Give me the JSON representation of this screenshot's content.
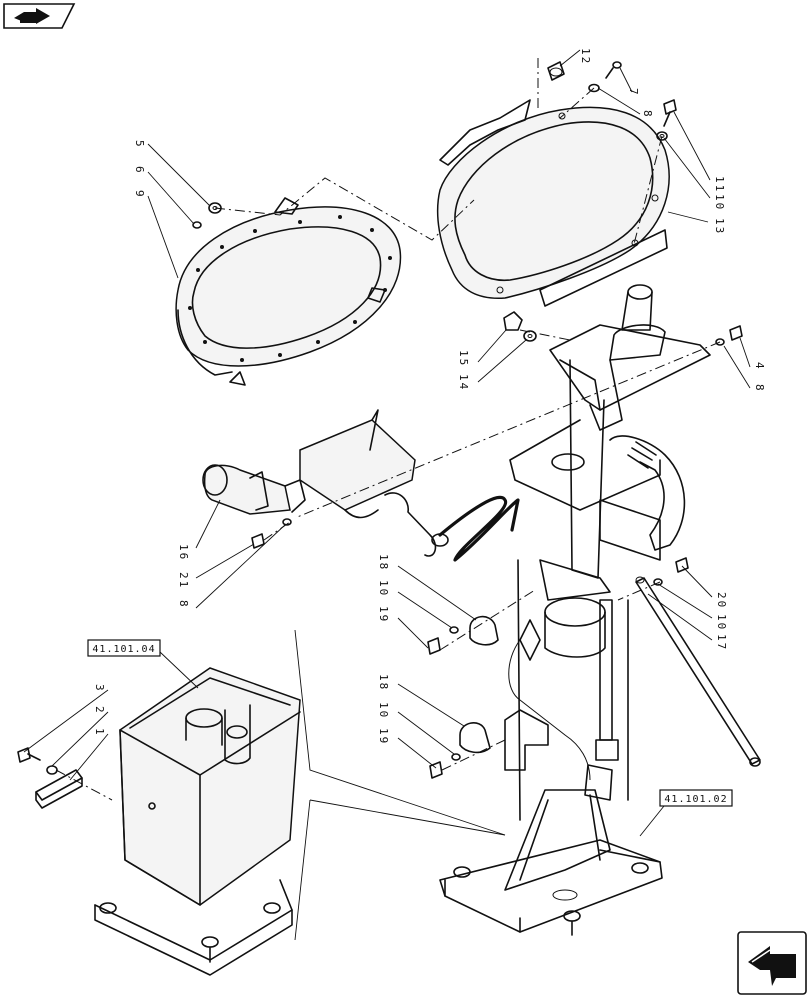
{
  "nav": {
    "prev_icon": "book-arrow-icon",
    "next_icon": "return-arrow-icon"
  },
  "ref_boxes": [
    {
      "id": "ref-41-101-04",
      "label": "41.101.04"
    },
    {
      "id": "ref-41-101-02",
      "label": "41.101.02"
    }
  ],
  "callouts": [
    {
      "id": "c12",
      "label": "12"
    },
    {
      "id": "c7",
      "label": "7"
    },
    {
      "id": "c8a",
      "label": "8"
    },
    {
      "id": "c11",
      "label": "11"
    },
    {
      "id": "c10a",
      "label": "10"
    },
    {
      "id": "c13",
      "label": "13"
    },
    {
      "id": "c5",
      "label": "5"
    },
    {
      "id": "c6",
      "label": "6"
    },
    {
      "id": "c9",
      "label": "9"
    },
    {
      "id": "c4",
      "label": "4"
    },
    {
      "id": "c8b",
      "label": "8"
    },
    {
      "id": "c15",
      "label": "15"
    },
    {
      "id": "c14",
      "label": "14"
    },
    {
      "id": "c16",
      "label": "16"
    },
    {
      "id": "c21",
      "label": "21"
    },
    {
      "id": "c8c",
      "label": "8"
    },
    {
      "id": "c18a",
      "label": "18"
    },
    {
      "id": "c10b",
      "label": "10"
    },
    {
      "id": "c19a",
      "label": "19"
    },
    {
      "id": "c20",
      "label": "20"
    },
    {
      "id": "c10c",
      "label": "10"
    },
    {
      "id": "c17",
      "label": "17"
    },
    {
      "id": "c3",
      "label": "3"
    },
    {
      "id": "c2",
      "label": "2"
    },
    {
      "id": "c1",
      "label": "1"
    },
    {
      "id": "c18b",
      "label": "18"
    },
    {
      "id": "c10d",
      "label": "10"
    },
    {
      "id": "c19b",
      "label": "19"
    }
  ],
  "colors": {
    "line": "#111111",
    "background": "#ffffff"
  }
}
